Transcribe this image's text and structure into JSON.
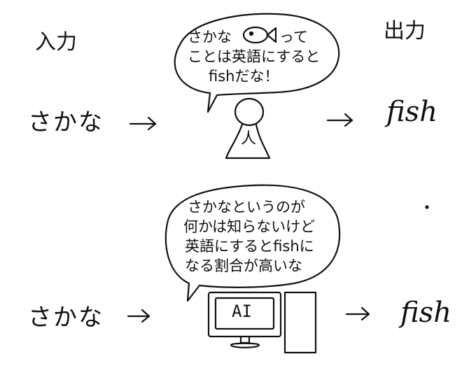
{
  "labels": {
    "input": "入力",
    "output": "出力"
  },
  "top_row": {
    "input_word": "さかな",
    "output_word": "fish",
    "person_mark": "人",
    "thought_line1_before_icon": "さかな",
    "thought_line1_after_icon": "って",
    "thought_line2": "ことは英語にすると",
    "thought_line3": "fishだな！",
    "thought_icon": "fish-icon"
  },
  "bottom_row": {
    "input_word": "さかな",
    "output_word": "fish",
    "monitor_label": "AI",
    "thought_lines": [
      "さかなというのが",
      "何かは知らないけど",
      "英語にするとfishに",
      "なる割合が高いな"
    ]
  }
}
